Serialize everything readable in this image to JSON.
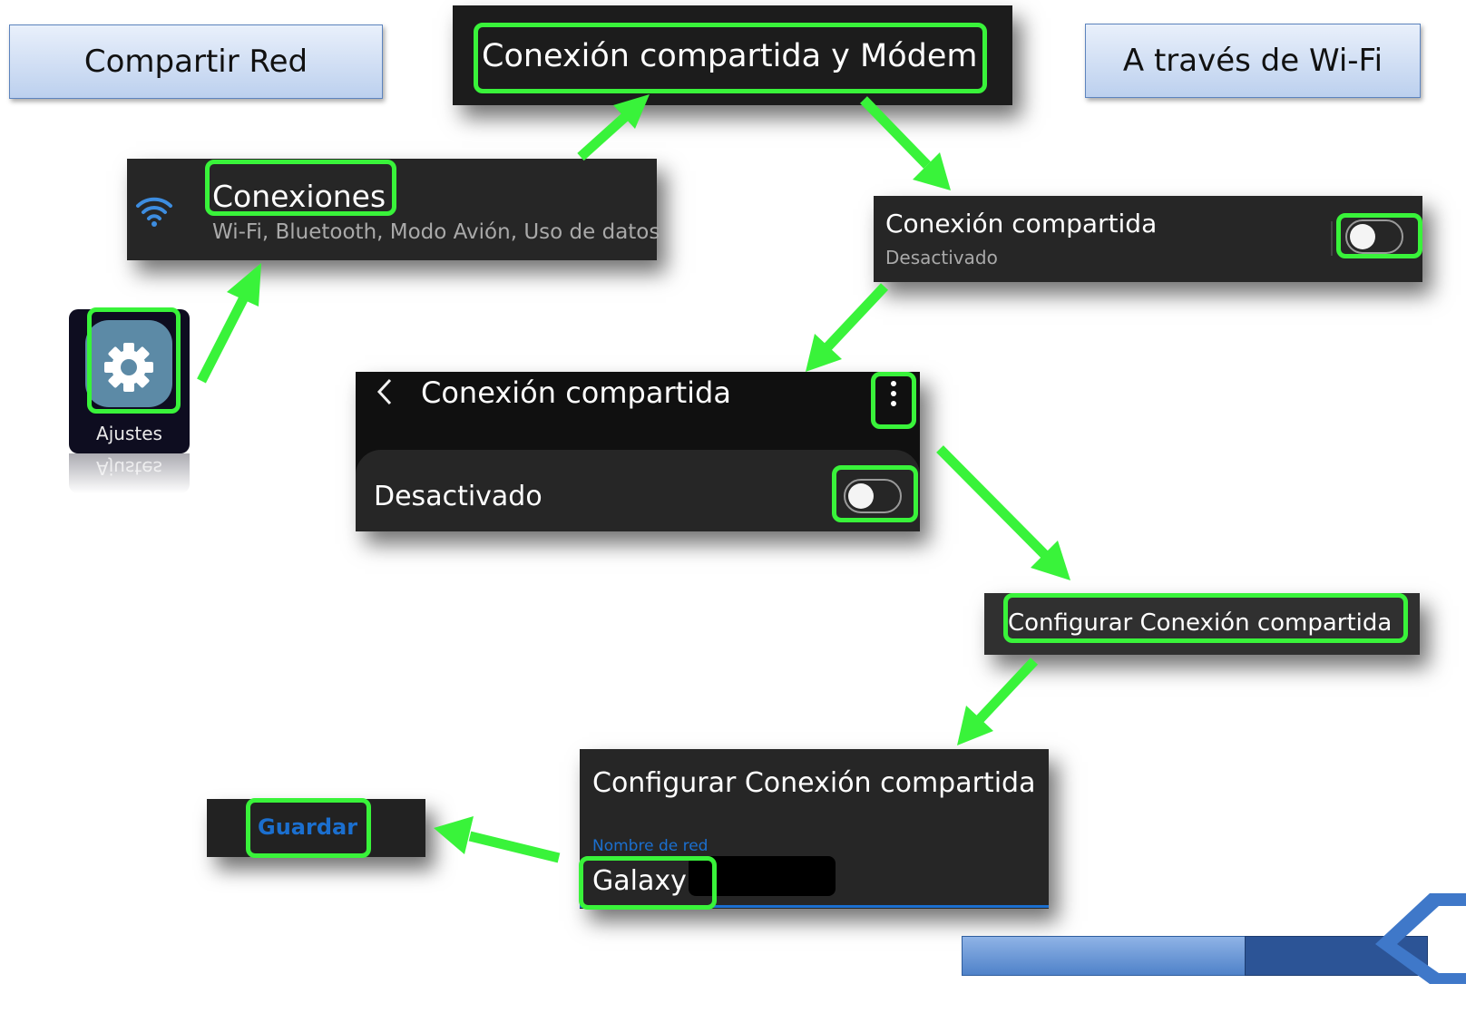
{
  "labels": {
    "left": "Compartir Red",
    "right": "A través de Wi-Fi"
  },
  "settings_app": {
    "label": "Ajustes",
    "reflection": "Ajustes",
    "icon": "gear-icon"
  },
  "connections_item": {
    "title": "Conexiones",
    "subtitle": "Wi-Fi, Bluetooth, Modo Avión, Uso de datos",
    "icon": "wifi-icon"
  },
  "tethering_header": {
    "title": "Conexión compartida y Módem"
  },
  "hotspot_item": {
    "title": "Conexión compartida",
    "status": "Desactivado"
  },
  "hotspot_screen": {
    "title": "Conexión compartida",
    "status": "Desactivado"
  },
  "configure_menu": {
    "label": "Configurar Conexión compartida"
  },
  "configure_dialog": {
    "title": "Configurar Conexión compartida",
    "field_label": "Nombre de red",
    "network_name": "Galaxy"
  },
  "save": {
    "label": "Guardar"
  },
  "colors": {
    "highlight": "#39f33a",
    "panel": "#262626",
    "accent_blue": "#1b6fcf"
  }
}
